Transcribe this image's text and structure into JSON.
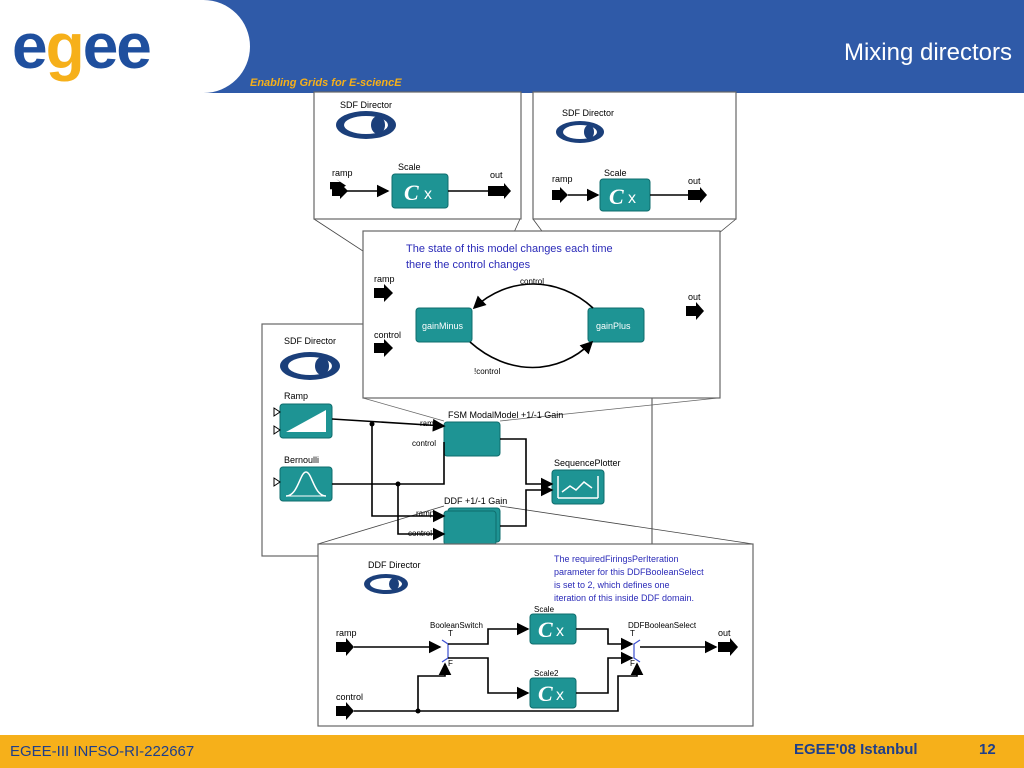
{
  "header": {
    "logo": "egee",
    "tagline": "Enabling Grids for E-sciencE",
    "title": "Mixing directors"
  },
  "footer": {
    "project": "EGEE-III INFSO-RI-222667",
    "event": "EGEE'08 Istanbul",
    "page": "12"
  },
  "colors": {
    "header_blue": "#2f5aa8",
    "footer_gold": "#f6b01a",
    "actor_teal": "#1e9494",
    "annotation_blue": "#2a2ab8"
  },
  "diagram": {
    "sdf_top_left": {
      "director": "SDF Director",
      "input": "ramp",
      "actor": "Scale",
      "output": "out"
    },
    "sdf_top_right": {
      "director": "SDF Director",
      "input": "ramp",
      "actor": "Scale",
      "output": "out"
    },
    "fsm": {
      "note_line1": "The state of this model changes each time",
      "note_line2": "there the control changes",
      "input_ramp": "ramp",
      "input_control": "control",
      "output": "out",
      "state_a": "gainMinus",
      "state_b": "gainPlus",
      "transition_top": "control",
      "transition_bottom": "!control"
    },
    "sdf_main": {
      "director": "SDF Director",
      "ramp_actor": "Ramp",
      "bernoulli_actor": "Bernoulli",
      "fsm_actor": "FSM ModalModel +1/-1 Gain",
      "port_ramp": "ramp",
      "port_control": "control",
      "plotter": "SequencePlotter",
      "ddf_actor": "DDF +1/-1 Gain",
      "port_ramp2": "ramp",
      "port_control2": "control"
    },
    "ddf": {
      "director": "DDF Director",
      "note_lines": [
        "The requiredFiringsPerIteration",
        "parameter for this DDFBooleanSelect",
        "is set to 2, which defines one",
        "iteration of this inside DDF domain."
      ],
      "input_ramp": "ramp",
      "input_control": "control",
      "switch": "BooleanSwitch",
      "scale1": "Scale",
      "scale2": "Scale2",
      "select": "DDFBooleanSelect",
      "output": "out",
      "port_t": "T",
      "port_f": "F"
    },
    "icons": [
      "director-icon",
      "ramp-icon",
      "bernoulli-icon",
      "plotter-icon",
      "scale-icon",
      "port-arrow-icon"
    ]
  }
}
